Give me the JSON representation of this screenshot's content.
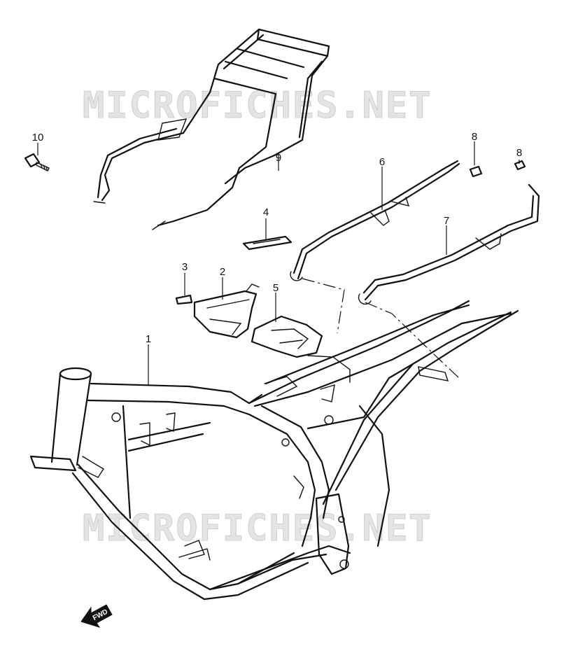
{
  "watermark": {
    "text": "MICROFICHES.NET"
  },
  "fwd_label": "FWD",
  "callouts": {
    "p1": "1",
    "p2": "2",
    "p3": "3",
    "p4": "4",
    "p5": "5",
    "p6": "6",
    "p7": "7",
    "p8a": "8",
    "p8b": "8",
    "p9": "9",
    "p10": "10"
  },
  "colors": {
    "line": "#111111",
    "watermark": "#e4e4e4",
    "background": "#ffffff"
  }
}
